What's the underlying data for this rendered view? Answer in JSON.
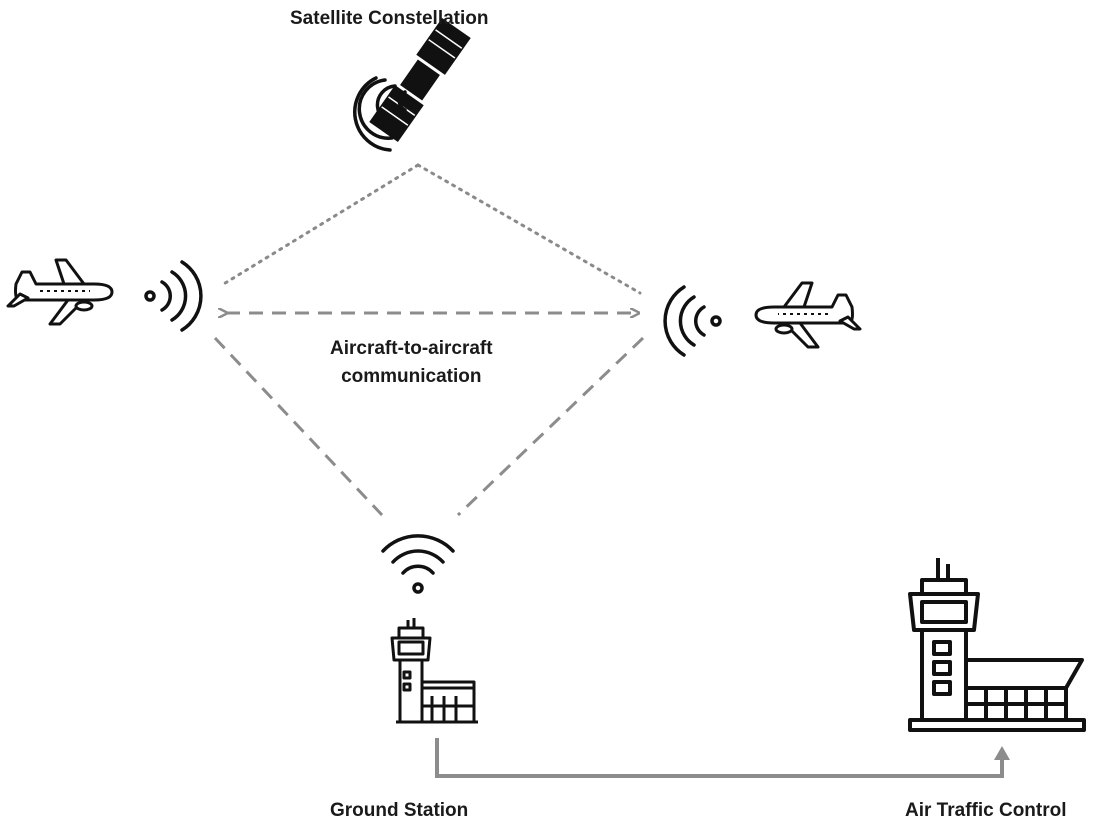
{
  "labels": {
    "satellite": "Satellite Constellation",
    "a2a_line1": "Aircraft-to-aircraft",
    "a2a_line2": "communication",
    "ground_station": "Ground Station",
    "atc": "Air Traffic Control"
  },
  "nodes": [
    {
      "id": "satellite",
      "icon": "satellite-icon"
    },
    {
      "id": "aircraft-left",
      "icon": "airplane-icon"
    },
    {
      "id": "aircraft-right",
      "icon": "airplane-icon"
    },
    {
      "id": "ground-station",
      "icon": "control-tower-icon"
    },
    {
      "id": "air-traffic-control",
      "icon": "control-tower-icon"
    }
  ],
  "links": [
    {
      "from": "satellite",
      "to": "aircraft-left",
      "style": "dotted"
    },
    {
      "from": "satellite",
      "to": "aircraft-right",
      "style": "dotted"
    },
    {
      "from": "aircraft-left",
      "to": "aircraft-right",
      "style": "dashed",
      "bidirectional": true
    },
    {
      "from": "aircraft-left",
      "to": "ground-station",
      "style": "dashed"
    },
    {
      "from": "aircraft-right",
      "to": "ground-station",
      "style": "dashed"
    },
    {
      "from": "ground-station",
      "to": "air-traffic-control",
      "style": "solid",
      "arrow": true
    }
  ],
  "colors": {
    "link": "#8c8c8c",
    "dotted": "#8a8a8a",
    "icon": "#111111"
  }
}
